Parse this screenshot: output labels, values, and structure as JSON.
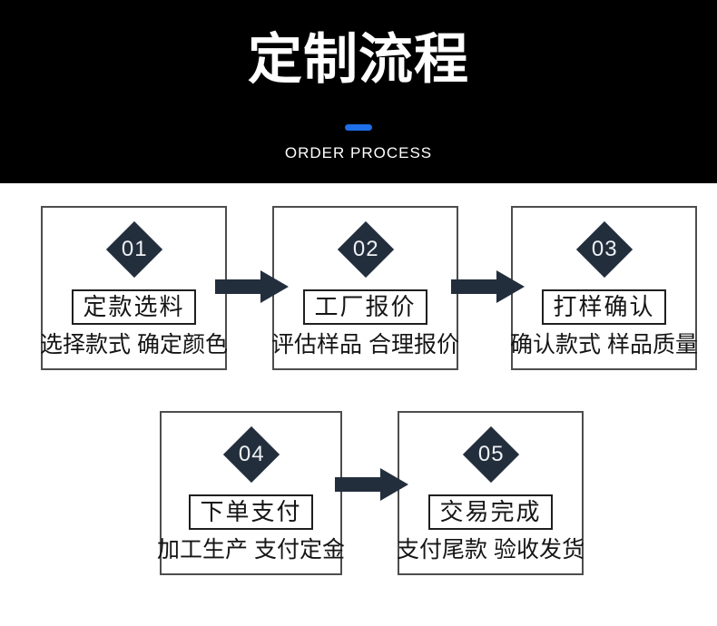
{
  "header": {
    "title": "定制流程",
    "subtitle": "ORDER PROCESS"
  },
  "steps": [
    {
      "number": "01",
      "title": "定款选料",
      "description": "选择款式 确定颜色"
    },
    {
      "number": "02",
      "title": "工厂报价",
      "description": "评估样品 合理报价"
    },
    {
      "number": "03",
      "title": "打样确认",
      "description": "确认款式 样品质量"
    },
    {
      "number": "04",
      "title": "下单支付",
      "description": "加工生产 支付定金"
    },
    {
      "number": "05",
      "title": "交易完成",
      "description": "支付尾款 验收发货"
    }
  ],
  "colors": {
    "header_background": "#000000",
    "header_text": "#ffffff",
    "accent_blue": "#1e6fe8",
    "flow_ink": "#232e3d",
    "box_border": "#4d4d4d",
    "title_box_border": "#1f1f1f",
    "body_text": "#151515",
    "page_background": "#ffffff"
  }
}
